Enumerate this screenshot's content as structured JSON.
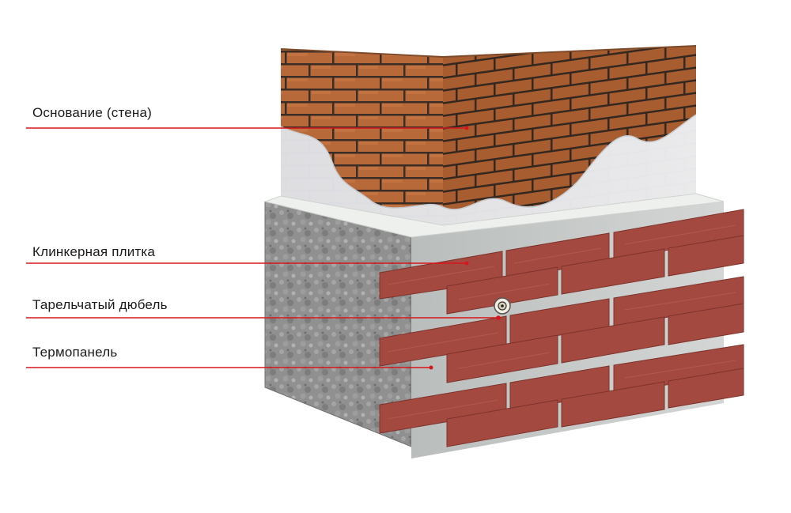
{
  "labels": [
    {
      "text": "Основание (стена)"
    },
    {
      "text": "Клинкерная плитка"
    },
    {
      "text": "Тарельчатый дюбель"
    },
    {
      "text": "Термопанель"
    }
  ],
  "colors": {
    "leader_line": "#d6161c",
    "brick_base": "#b8693a",
    "brick_mortar": "#3a2d25",
    "clinker_tile": "#a3493f",
    "clinker_mortar": "#c9ccc6",
    "plaster": "#8f908f",
    "insulation": "#e4e6ea",
    "thermopanel": "#c8cbc9"
  },
  "icons": {
    "dowel": "plate-dowel-icon"
  }
}
